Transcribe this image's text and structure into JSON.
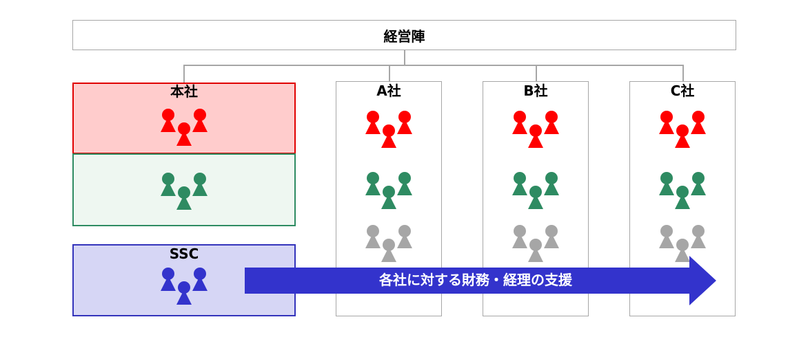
{
  "top": {
    "label": "経営陣"
  },
  "honsha": {
    "label": "本社"
  },
  "ssc": {
    "label": "SSC"
  },
  "companies": [
    {
      "label": "A社"
    },
    {
      "label": "B社"
    },
    {
      "label": "C社"
    }
  ],
  "arrow": {
    "label": "各社に対する財務・経理の支援"
  },
  "colors": {
    "red": "#ff0000",
    "green": "#2e8b62",
    "gray": "#a6a6a6",
    "blue": "#3333cc",
    "honsha_fill": "#ffcccc",
    "honsha_green_fill": "#eef7f1",
    "ssc_fill": "#d6d6f5"
  }
}
